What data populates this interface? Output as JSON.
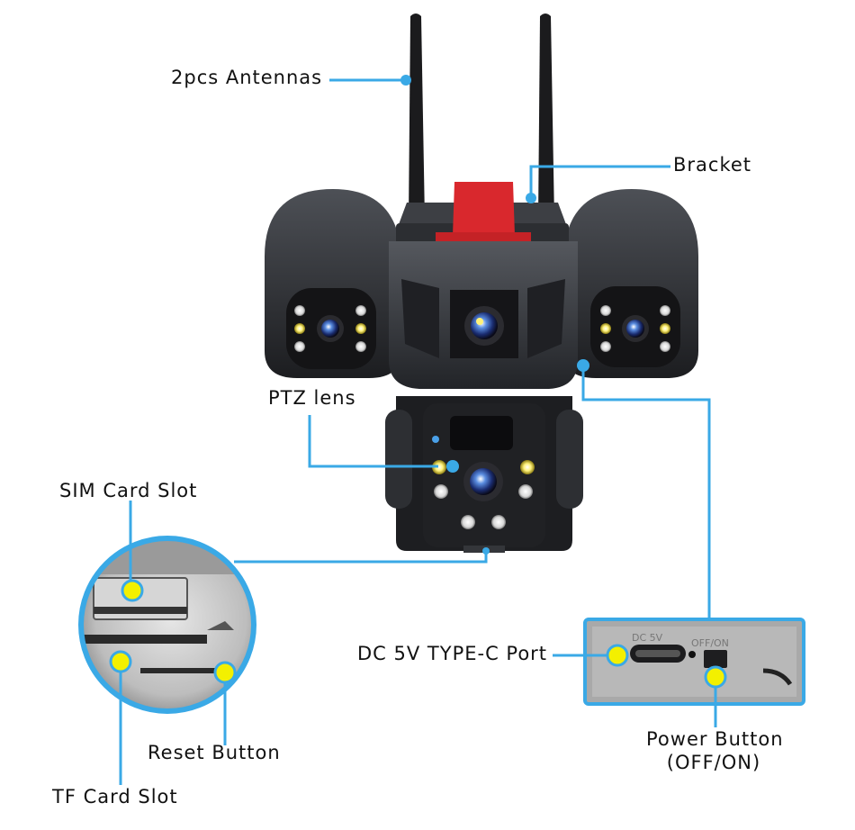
{
  "callouts": {
    "antennas": "2pcs Antennas",
    "bracket": "Bracket",
    "ptz_lens": "PTZ lens",
    "sim_slot": "SIM Card Slot",
    "dc_port": "DC 5V TYPE-C Port",
    "reset_button": "Reset Button",
    "power_button_line1": "Power Button",
    "power_button_line2": "(OFF/ON)",
    "tf_slot": "TF Card Slot"
  },
  "device_text": {
    "dc_label": "DC 5V",
    "switch_label": "OFF/ON"
  },
  "colors": {
    "leader": "#3aa9e6",
    "marker": "#f3f000",
    "body_dark": "#2e3034",
    "bracket_red": "#d9282d"
  }
}
